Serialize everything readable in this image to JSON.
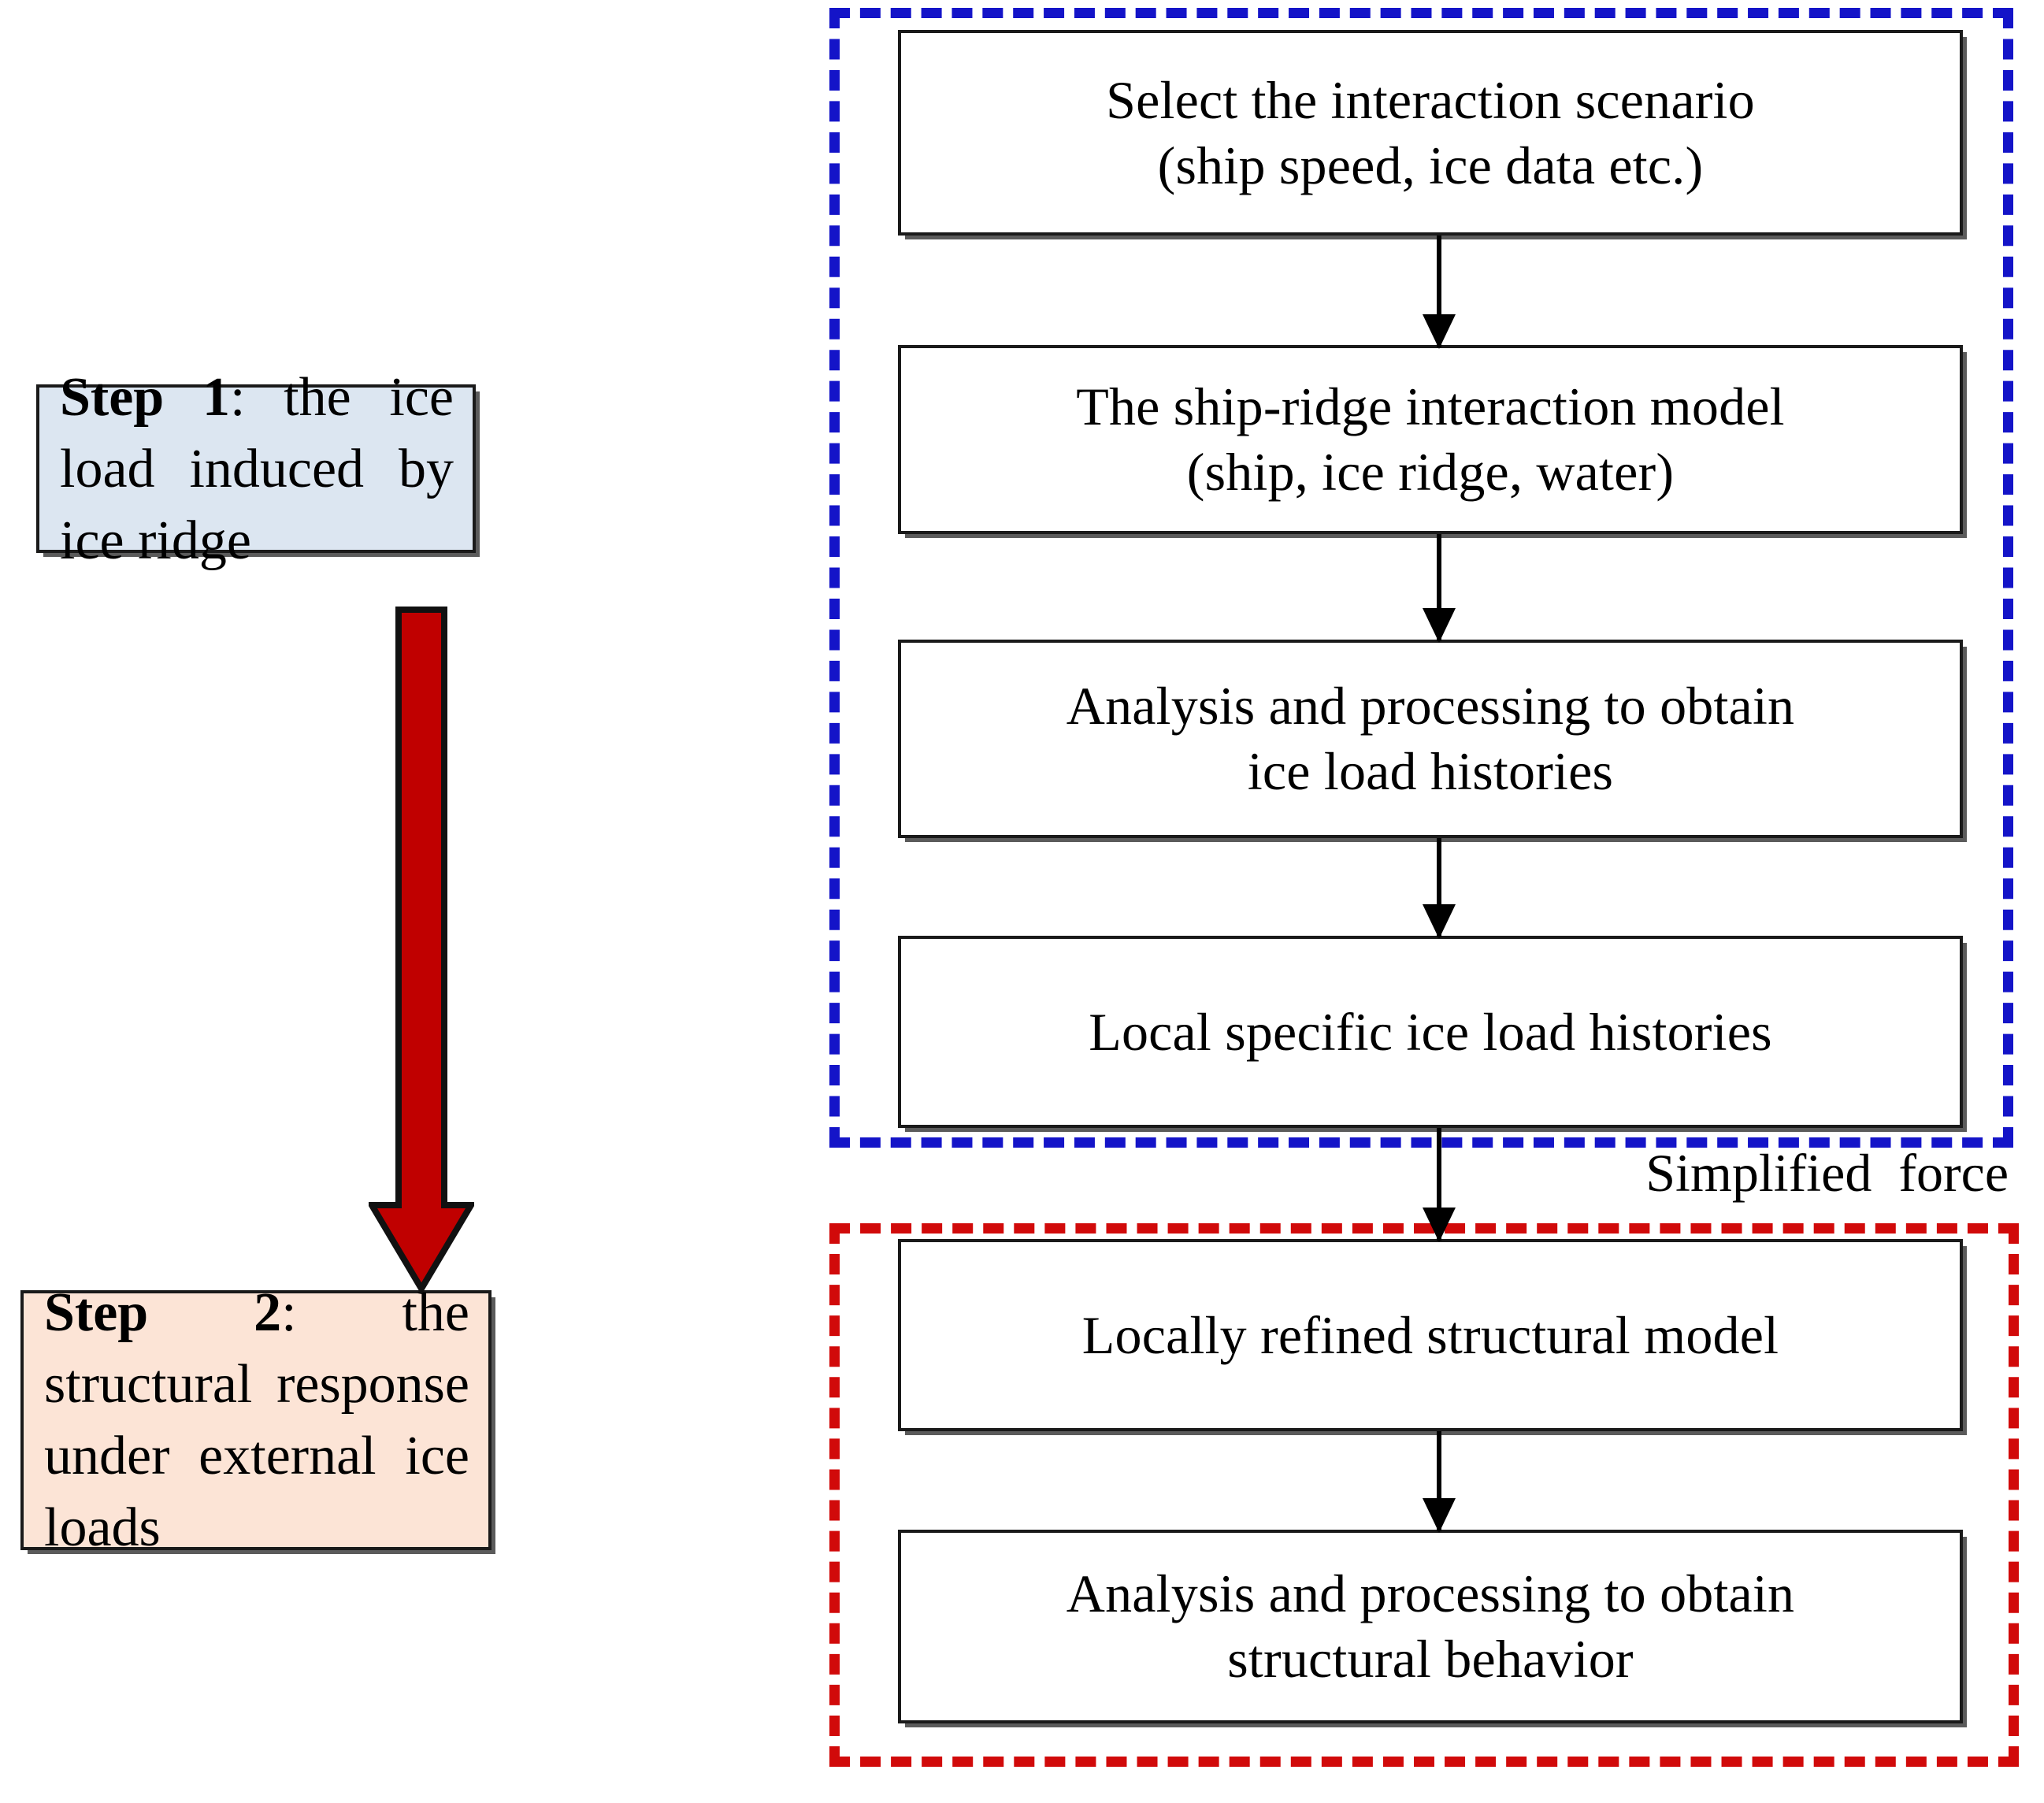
{
  "diagram": {
    "title": "Two-step procedure for ice load and structural response analysis",
    "colors": {
      "step1_fill": "#dce6f1",
      "step2_fill": "#fce4d6",
      "blue_dashed_border": "#1414c8",
      "red_dashed_border": "#d10a0a",
      "red_arrow_fill": "#c00000",
      "box_border": "#1a1a1a",
      "box_fill": "#ffffff"
    },
    "steps": [
      {
        "id": "step-1",
        "label_bold": "Step 1",
        "label_rest": ": the ice load induced by ice ridge",
        "full_text": "Step 1: the ice load induced by ice ridge"
      },
      {
        "id": "step-2",
        "label_bold": "Step 2",
        "label_rest": ": the structural response under external ice loads",
        "full_text": "Step 2: the structural response under external ice loads"
      }
    ],
    "blue_group": {
      "name": "ice-load-stage",
      "boxes": [
        {
          "id": "box-scenario",
          "text": "Select the interaction scenario\n(ship speed, ice data etc.)"
        },
        {
          "id": "box-model",
          "text": "The ship-ridge interaction model\n(ship, ice ridge, water)"
        },
        {
          "id": "box-analysis-load",
          "text": "Analysis and processing to obtain\nice load histories"
        },
        {
          "id": "box-local-history",
          "text": "Local specific ice load histories"
        }
      ]
    },
    "red_group": {
      "name": "structural-response-stage",
      "boxes": [
        {
          "id": "box-refined-model",
          "text": "Locally refined structural model"
        },
        {
          "id": "box-analysis-struct",
          "text": "Analysis and processing to obtain\nstructural behavior"
        }
      ]
    },
    "annotations": {
      "simplified_force": "Simplified  force"
    },
    "arrows": {
      "red_transition": "red-down-arrow",
      "connector_count": 5
    }
  }
}
